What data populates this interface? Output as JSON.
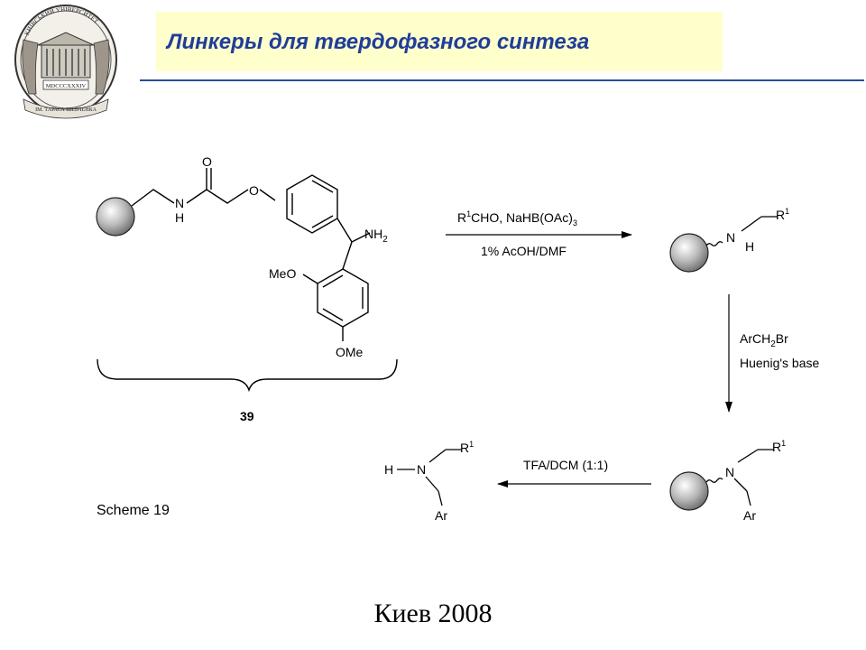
{
  "title": "Линкеры для твердофазного синтеза",
  "footer": "Киев 2008",
  "scheme_label": "Scheme 19",
  "logo": {
    "top_arc": "КИЇВСЬКИЙ УНІВЕРСИТЕТ",
    "year": "MDCCCXXXIV",
    "bottom": "ІМ. ТАРАСА ШЕВЧЕНКА"
  },
  "compound_39": {
    "number": "39",
    "o_carbonyl": "O",
    "n": "N",
    "h": "H",
    "o_ether": "O",
    "nh2": "NH",
    "nh2_sub": "2",
    "meo1": "MeO",
    "ome": "OMe"
  },
  "step1": {
    "r1": "R",
    "r1_sup": "1",
    "reagent_a": "CHO, NaHB(OAc)",
    "reagent_a_sub": "3",
    "reagent_b": "1% AcOH/DMF"
  },
  "product1": {
    "r": "R",
    "r_sup": "1",
    "n": "N",
    "h": "H"
  },
  "step2": {
    "line1a": "ArCH",
    "line1sub": "2",
    "line1b": "Br",
    "line2": "Huenig's base"
  },
  "product2": {
    "r": "R",
    "r_sup": "1",
    "n": "N",
    "ar": "Ar"
  },
  "step3": {
    "reagent": "TFA/DCM (1:1)"
  },
  "product3": {
    "h": "H",
    "n": "N",
    "r": "R",
    "r_sup": "1",
    "ar": "Ar"
  }
}
